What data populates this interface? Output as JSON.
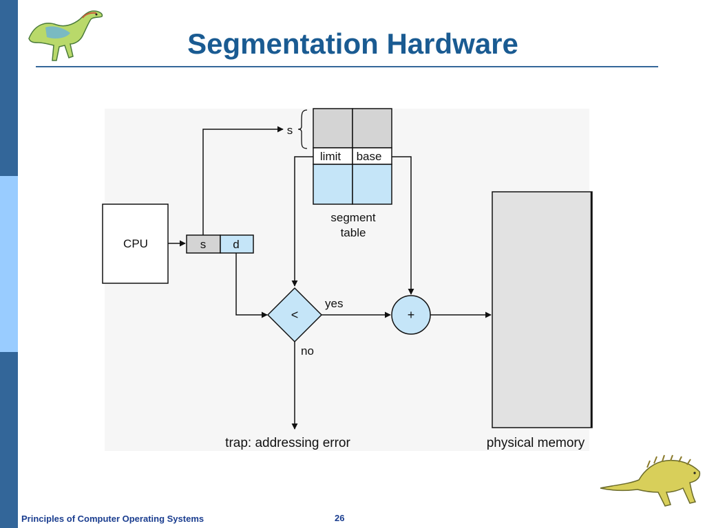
{
  "slide": {
    "title": "Segmentation Hardware",
    "footer_left": "Principles of Computer Operating Systems",
    "page_number": "26"
  },
  "diagram": {
    "cpu_label": "CPU",
    "address_s": "s",
    "address_d": "d",
    "segment_index_label": "s",
    "limit_label": "limit",
    "base_label": "base",
    "segment_table_label_line1": "segment",
    "segment_table_label_line2": "table",
    "compare_symbol": "<",
    "yes_label": "yes",
    "no_label": "no",
    "add_symbol": "+",
    "trap_label": "trap: addressing error",
    "physical_memory_label": "physical memory"
  },
  "colors": {
    "accent_blue": "#336699",
    "light_blue": "#99ccff",
    "title_blue": "#1a5b92",
    "diagram_fill_blue": "#c5e5f8",
    "diagram_fill_gray": "#d4d4d4"
  },
  "icons": [
    "dinosaur-icon-top",
    "dinosaur-icon-bottom"
  ]
}
